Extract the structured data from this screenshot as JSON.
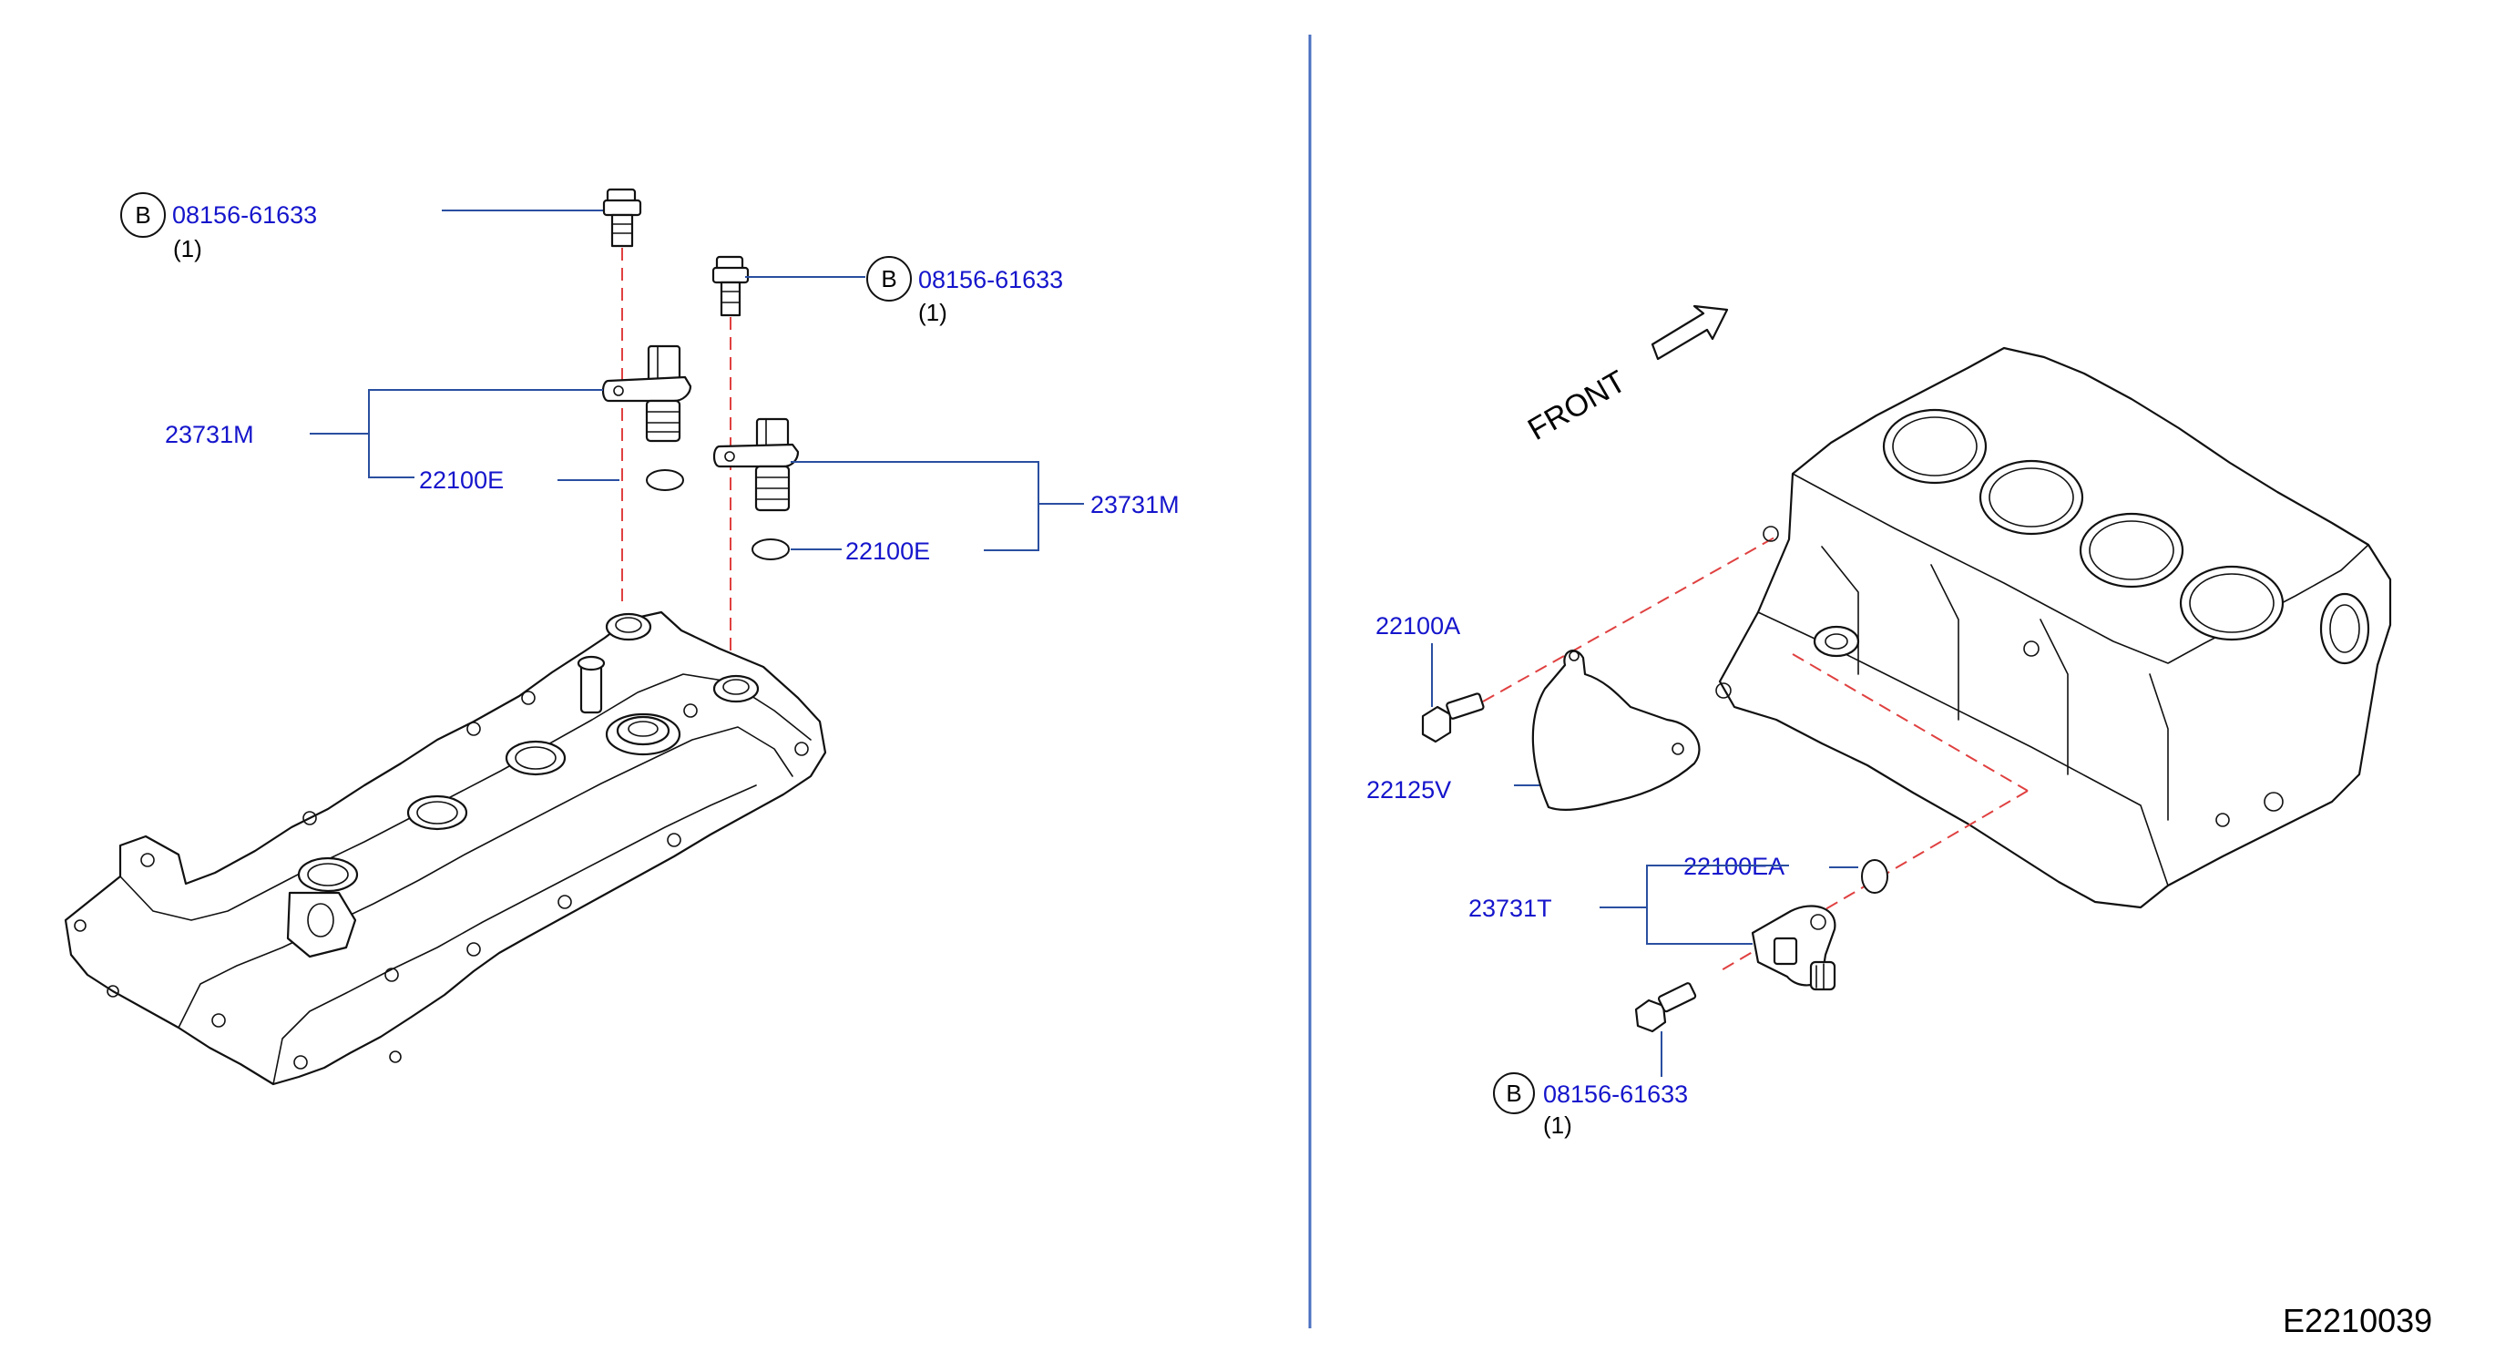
{
  "left_panel": {
    "bolt_a": {
      "marker": "B",
      "part_no": "08156-61633",
      "qty": "(1)"
    },
    "bolt_b": {
      "marker": "B",
      "part_no": "08156-61633",
      "qty": "(1)"
    },
    "sensor_a_label": "23731M",
    "oring_a_label": "22100E",
    "sensor_b_label": "23731M",
    "oring_b_label": "22100E"
  },
  "right_panel": {
    "front_label": "FRONT",
    "bolt_label": "22100A",
    "shield_label": "22125V",
    "oring_label": "22100EA",
    "sensor_label": "23731T",
    "bolt_c": {
      "marker": "B",
      "part_no": "08156-61633",
      "qty": "(1)"
    }
  },
  "diagram_ref": "E2210039",
  "colors": {
    "label": "#1515cc",
    "leader": "#2a4fa0",
    "centerline": "#e04040",
    "divider": "#4a6fc0"
  }
}
